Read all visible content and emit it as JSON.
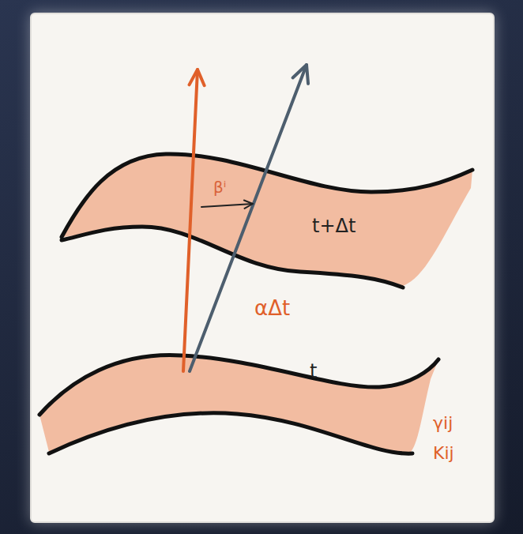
{
  "diagram": {
    "nodes": [
      {
        "text": [
          "t+Δt"
        ]
      },
      {
        "text": [
          "t"
        ]
      }
    ],
    "labels": [
      "βⁱ",
      "αΔt",
      "γij",
      "Kij"
    ]
  }
}
